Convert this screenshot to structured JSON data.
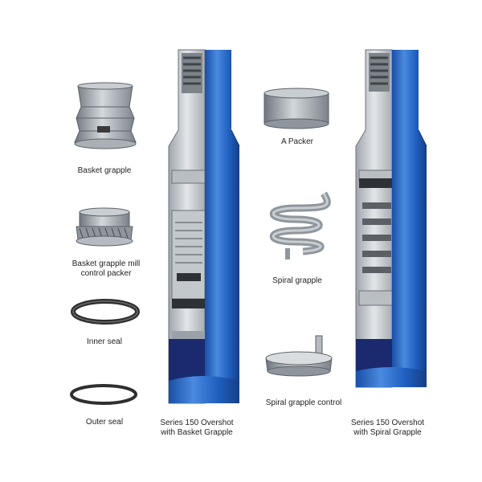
{
  "labels": {
    "basket_grapple": "Basket grapple",
    "basket_grapple_mill_control_packer": "Basket grapple mill\ncontrol packer",
    "inner_seal": "Inner seal",
    "outer_seal": "Outer seal",
    "overshot_basket": "Series 150 Overshot\nwith Basket Grapple",
    "a_packer": "A Packer",
    "spiral_grapple": "Spiral grapple",
    "spiral_grapple_control": "Spiral grapple  control",
    "overshot_spiral": "Series 150 Overshot\nwith Spiral Grapple"
  },
  "colors": {
    "tube_blue": "#1f5fbf",
    "tube_blue_light": "#4a8ae0",
    "steel_gray": "#9aa1a8",
    "steel_dark": "#5c6268",
    "seal_dark": "#3a3a3a"
  }
}
